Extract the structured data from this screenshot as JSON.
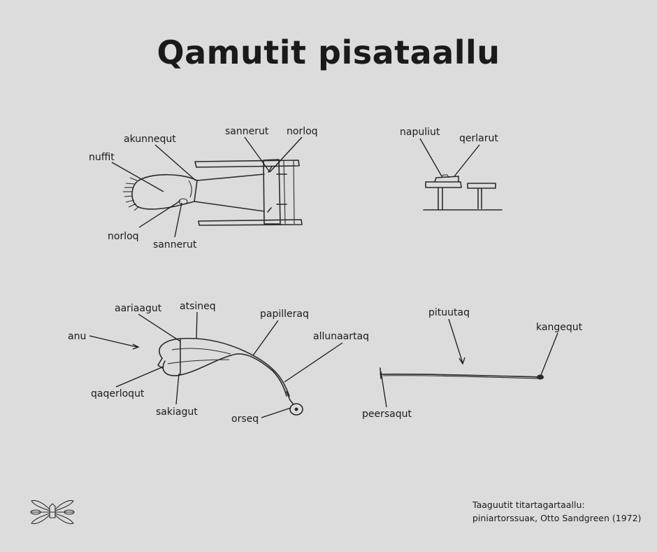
{
  "title": "Qamutit pisataallu",
  "labels": {
    "sled": {
      "nuffit": "nuffit",
      "akunnequt": "akunnequt",
      "sannerut_top": "sannerut",
      "norloq_top": "norloq",
      "norloq_bottom": "norloq",
      "sannerut_bottom": "sannerut"
    },
    "side": {
      "napuliut": "napuliut",
      "qerlarut": "qerlarut"
    },
    "harness": {
      "aariaagut": "aariaagut",
      "atsineq": "atsineq",
      "papilleraq": "papilleraq",
      "anu": "anu",
      "allunaartaq": "allunaartaq",
      "qaqerloqut": "qaqerloqut",
      "sakiagut": "sakiagut",
      "orseq": "orseq"
    },
    "whip": {
      "pituutaq": "pituutaq",
      "kangequt": "kangequt",
      "peersaqut": "peersaqut"
    }
  },
  "credit": {
    "line1": "Taaguutit titartagartaallu:",
    "line2": "piniartorssuaĸ, Otto Sandgreen (1972)"
  },
  "icons": {
    "logo": "sled-dogs-logo-icon"
  }
}
